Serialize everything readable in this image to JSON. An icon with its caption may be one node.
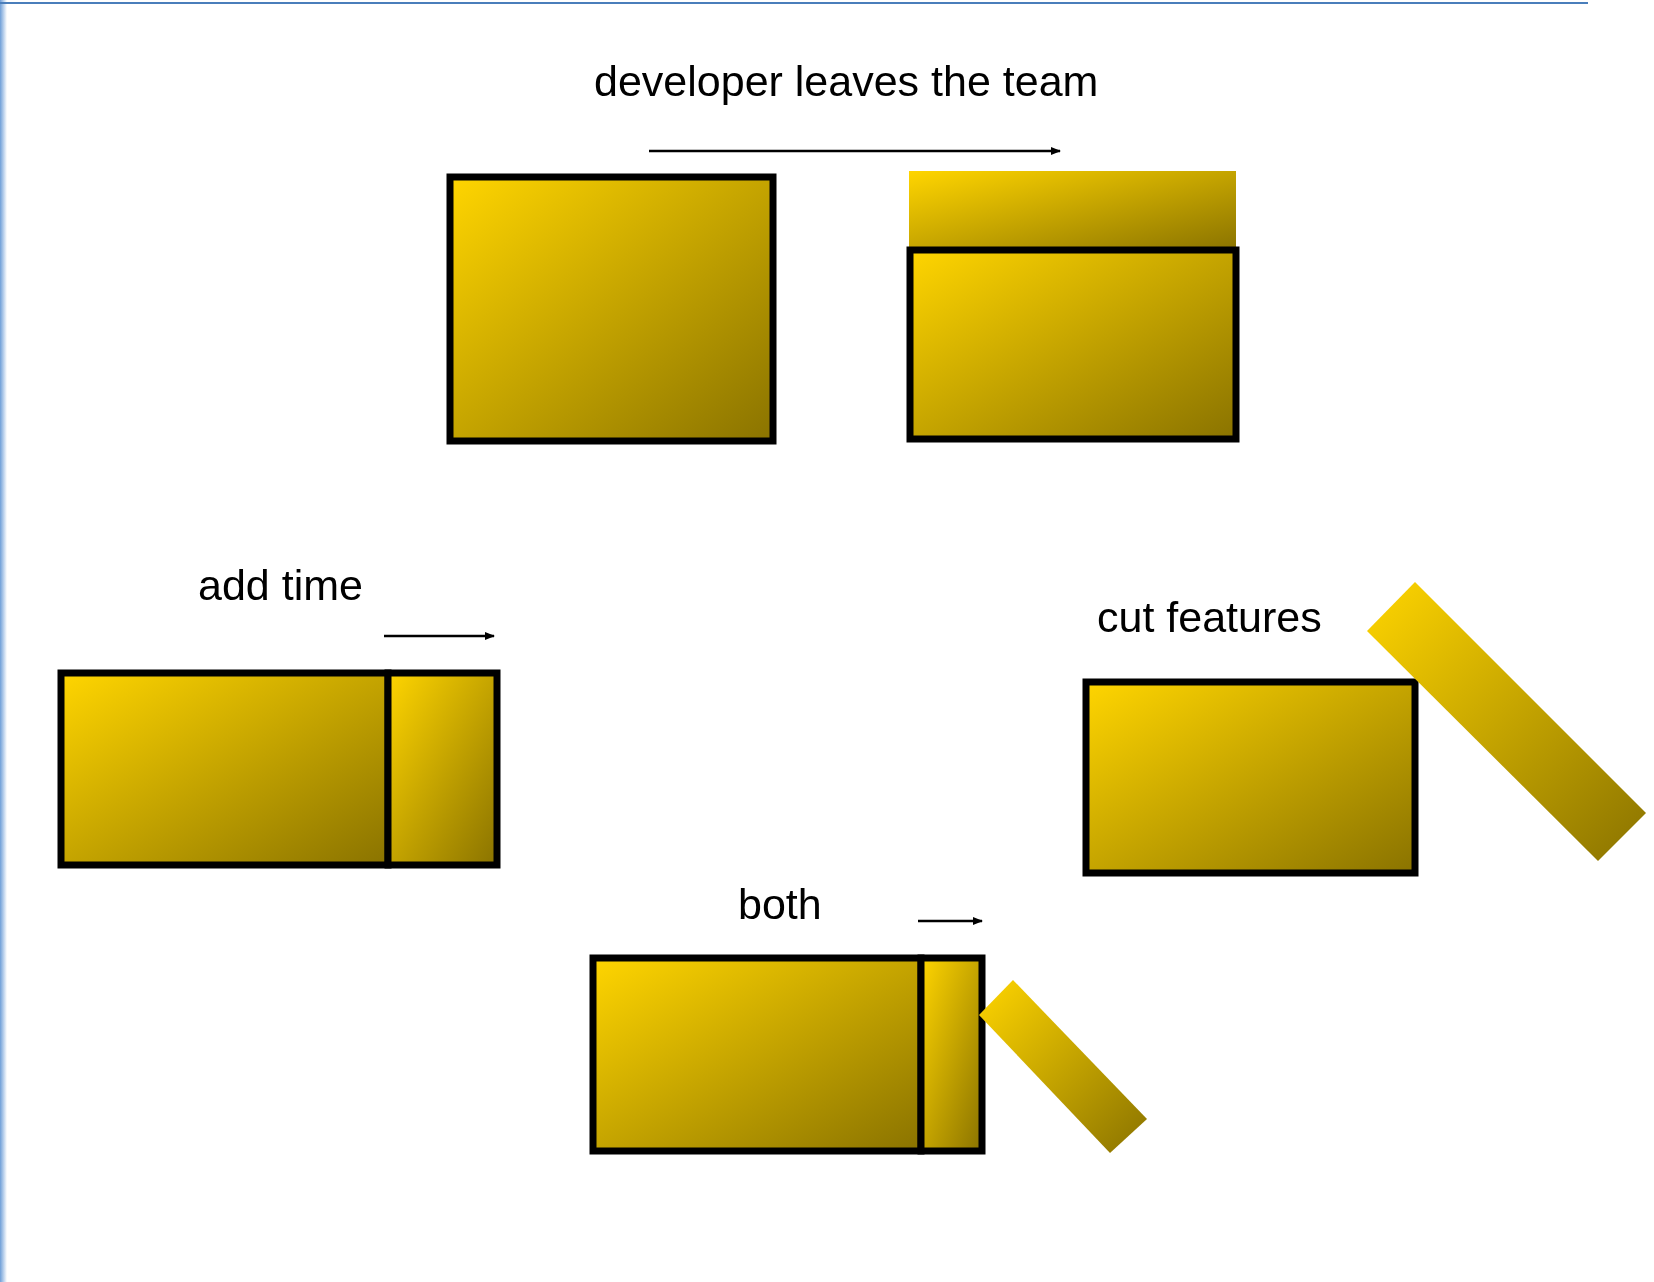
{
  "diagram": {
    "labels": [
      "developer leaves the team",
      "add time",
      "cut features",
      "both"
    ]
  }
}
